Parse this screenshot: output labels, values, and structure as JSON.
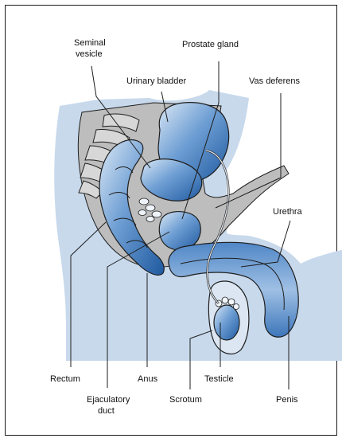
{
  "labels": {
    "seminal_vesicle_1": "Seminal",
    "seminal_vesicle_2": "vesicle",
    "prostate_gland": "Prostate gland",
    "urinary_bladder": "Urinary bladder",
    "vas_deferens": "Vas deferens",
    "urethra": "Urethra",
    "rectum": "Rectum",
    "anus": "Anus",
    "testicle": "Testicle",
    "ejaculatory_duct_1": "Ejaculatory",
    "ejaculatory_duct_2": "duct",
    "scrotum": "Scrotum",
    "penis": "Penis"
  },
  "colors": {
    "body_fill": "#c8d9ec",
    "organ_blue": "#2f6fb8",
    "organ_light": "#a9c7e6",
    "pelvis_gray": "#bdbdbd",
    "spine_gray": "#c9c9c9",
    "outline": "#1e1e1e",
    "text": "#111111"
  }
}
